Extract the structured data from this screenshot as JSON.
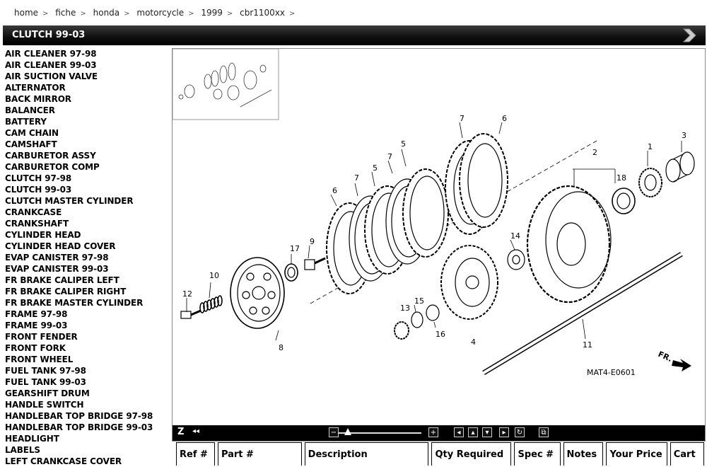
{
  "breadcrumb": [
    "home",
    "fiche",
    "honda",
    "motorcycle",
    "1999",
    "cbr1100xx"
  ],
  "breadcrumb_separator": ">",
  "header": {
    "title": "CLUTCH 99-03"
  },
  "sidebar": {
    "items": [
      "AIR CLEANER 97-98",
      "AIR CLEANER 99-03",
      "AIR SUCTION VALVE",
      "ALTERNATOR",
      "BACK MIRROR",
      "BALANCER",
      "BATTERY",
      "CAM CHAIN",
      "CAMSHAFT",
      "CARBURETOR ASSY",
      "CARBURETOR COMP",
      "CLUTCH 97-98",
      "CLUTCH 99-03",
      "CLUTCH MASTER CYLINDER",
      "CRANKCASE",
      "CRANKSHAFT",
      "CYLINDER HEAD",
      "CYLINDER HEAD COVER",
      "EVAP CANISTER 97-98",
      "EVAP CANISTER 99-03",
      "FR BRAKE CALIPER LEFT",
      "FR BRAKE CALIPER RIGHT",
      "FR BRAKE MASTER CYLINDER",
      "FRAME 97-98",
      "FRAME 99-03",
      "FRONT FENDER",
      "FRONT FORK",
      "FRONT WHEEL",
      "FUEL TANK 97-98",
      "FUEL TANK 99-03",
      "GEARSHIFT DRUM",
      "HANDLE SWITCH",
      "HANDLEBAR TOP BRIDGE 97-98",
      "HANDLEBAR TOP BRIDGE 99-03",
      "HEADLIGHT",
      "LABELS",
      "LEFT CRANKCASE COVER"
    ]
  },
  "diagram": {
    "code": "MAT4-E0601",
    "direction_label": "FR.",
    "callouts": [
      "1",
      "2",
      "3",
      "4",
      "5",
      "5",
      "6",
      "6",
      "7",
      "7",
      "7",
      "8",
      "9",
      "10",
      "11",
      "12",
      "13",
      "14",
      "15",
      "16",
      "17",
      "18"
    ]
  },
  "toolbar": {
    "z_label": "Z",
    "rewind_icon": "◂◂",
    "zoom_out": "−",
    "zoom_in": "+",
    "zoom_level": 0.1
  },
  "table": {
    "headers": [
      "Ref #",
      "Part #",
      "Description",
      "Qty Required",
      "Spec #",
      "Notes",
      "Your Price",
      "Cart"
    ]
  },
  "colors": {
    "titlebar": "#000000",
    "toolbar": "#000000",
    "text": "#000000"
  }
}
